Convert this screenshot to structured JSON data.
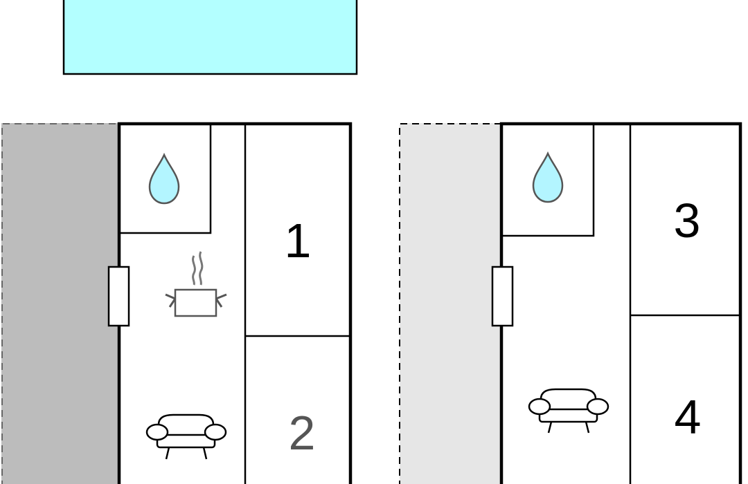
{
  "colors": {
    "pool_fill": "#b3ffff",
    "terrace_dark": "#bcbcbc",
    "terrace_light": "#e6e6e6",
    "wall": "#000000",
    "water_drop": "#b3f5ff",
    "icon_gray": "#555555"
  },
  "floors": [
    {
      "id": "ground-floor",
      "rooms": [
        {
          "id": "bathroom",
          "icon": "water-drop-icon"
        },
        {
          "id": "kitchen",
          "icon": "cooking-pot-icon"
        },
        {
          "id": "living",
          "icon": "sofa-icon"
        },
        {
          "id": "bedroom-1",
          "label": "1"
        },
        {
          "id": "bedroom-2",
          "label": "2"
        }
      ]
    },
    {
      "id": "upper-floor",
      "rooms": [
        {
          "id": "bathroom",
          "icon": "water-drop-icon"
        },
        {
          "id": "living",
          "icon": "sofa-icon"
        },
        {
          "id": "bedroom-3",
          "label": "3"
        },
        {
          "id": "bedroom-4",
          "label": "4"
        }
      ]
    }
  ]
}
